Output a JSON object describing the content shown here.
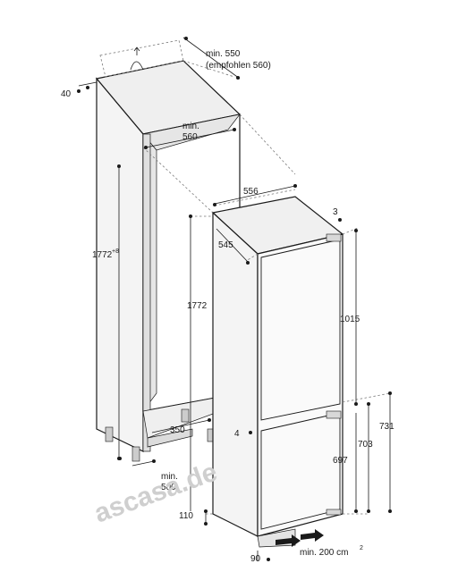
{
  "dimensions": {
    "top_min": "min. 550",
    "top_recommended": "(empfohlen 560)",
    "top_side": "40",
    "inner_width_min": "min.",
    "inner_width_value": "560",
    "niche_height": "1772",
    "niche_height_tolerance": "+8",
    "appliance_width": "556",
    "appliance_depth": "545",
    "top_gap": "3",
    "appliance_height": "1772",
    "upper_door": "1015",
    "mid_gap": "4",
    "lower_door": "697",
    "lower_section": "703",
    "lower_total": "731",
    "base_offset": "350",
    "vent_min": "min.",
    "vent_value": "500",
    "plinth": "110",
    "foot": "90",
    "vent_area": "min. 200 cm",
    "vent_area_exp": "2"
  },
  "watermark": "ascasa.de",
  "colors": {
    "line": "#1a1a1a",
    "cabinet_fill": "#f4f4f4",
    "appliance_fill": "#f8f8f8",
    "shade": "#e6e6e6",
    "watermark": "#cfcfcf"
  }
}
